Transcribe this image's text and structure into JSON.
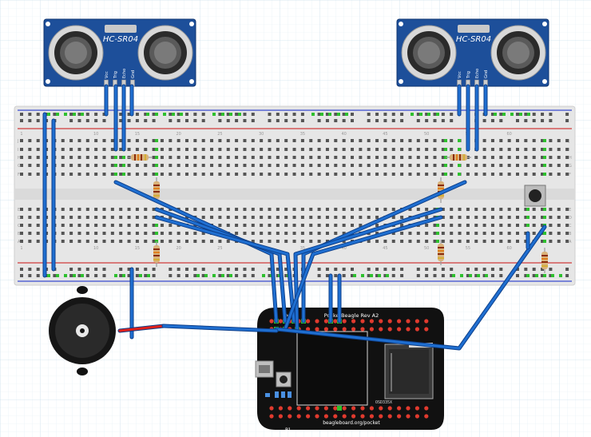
{
  "sensors": [
    {
      "model": "HC-SR04",
      "pins": [
        "Vcc",
        "Trig",
        "Echo",
        "Gnd"
      ]
    },
    {
      "model": "HC-SR04",
      "pins": [
        "Vcc",
        "Trig",
        "Echo",
        "Gnd"
      ]
    }
  ],
  "board": {
    "title": "PocketBeagle Rev A2",
    "url": "beagleboard.org/pocket",
    "chip": "OSD335X",
    "header_label": "P1",
    "header_label_top": "P2"
  },
  "breadboard": {
    "row_letters_top": [
      "J",
      "I",
      "H",
      "G",
      "F"
    ],
    "row_letters_bottom": [
      "E",
      "D",
      "C",
      "B",
      "A"
    ],
    "column_numbers": [
      "1",
      "5",
      "10",
      "15",
      "20",
      "25",
      "30",
      "35",
      "40",
      "45",
      "50",
      "55",
      "60"
    ]
  },
  "colors": {
    "wire": "#1f6fd1",
    "wire_red": "#e0201a",
    "sensor_blue": "#1d4f9a",
    "board_black": "#111111",
    "header_pin": "#e03a2e",
    "breadboard": "#e6e6e6",
    "resistor": "#d9b27a",
    "grid": "#d2e6f0"
  },
  "icons": [
    "buzzer-icon",
    "push-button-icon",
    "usb-port-icon",
    "sd-card-icon",
    "resistor-icon"
  ]
}
